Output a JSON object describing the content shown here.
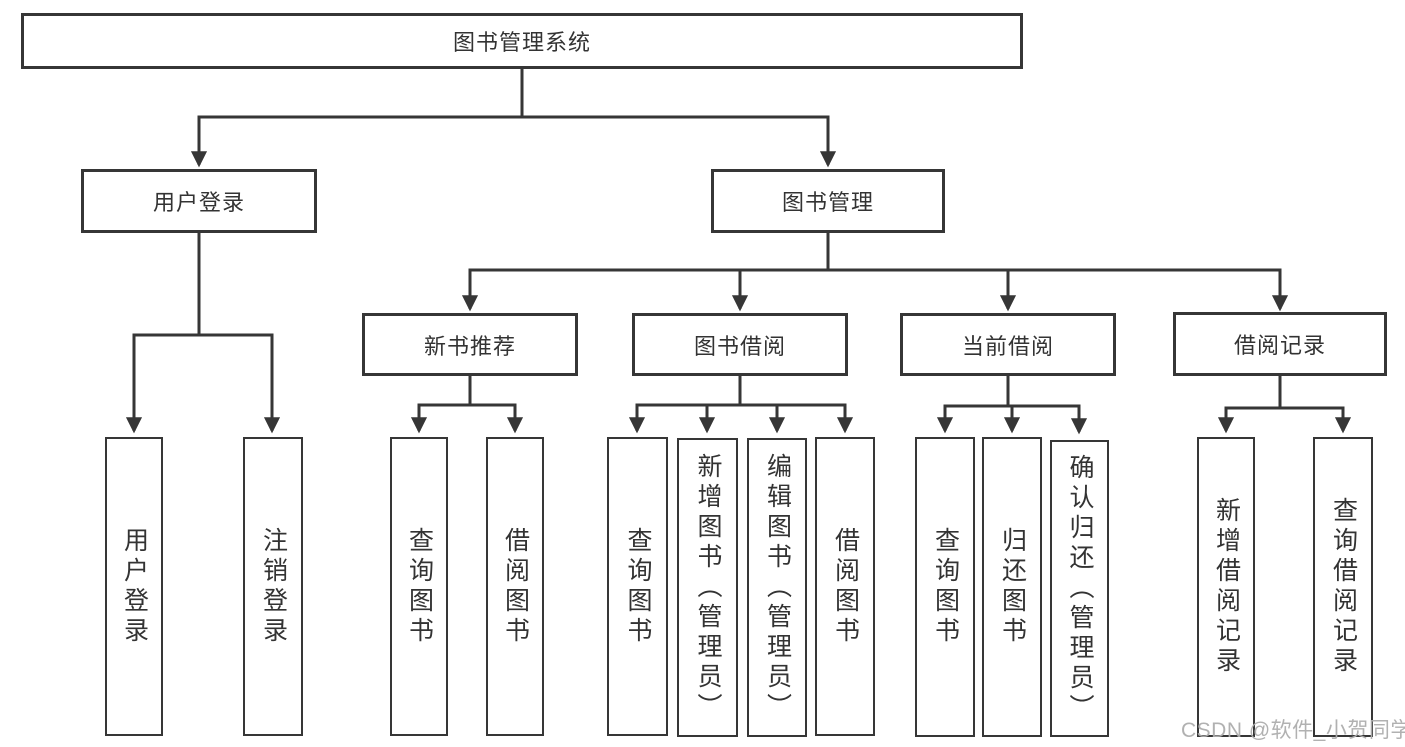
{
  "diagram": {
    "title": "图书管理系统",
    "type": "hierarchy-tree",
    "colors": {
      "line": "#363636",
      "box_border": "#363636",
      "text": "#333333",
      "background": "#ffffff",
      "watermark": "#adadad"
    },
    "tree": {
      "root": {
        "label": "图书管理系统"
      },
      "branches": [
        {
          "label": "用户登录",
          "children": [
            {
              "label": "用户登录"
            },
            {
              "label": "注销登录"
            }
          ]
        },
        {
          "label": "图书管理",
          "groups": [
            {
              "label": "新书推荐",
              "children": [
                {
                  "label": "查询图书"
                },
                {
                  "label": "借阅图书"
                }
              ]
            },
            {
              "label": "图书借阅",
              "children": [
                {
                  "label": "查询图书"
                },
                {
                  "label": "新增图书（管理员）"
                },
                {
                  "label": "编辑图书（管理员）"
                },
                {
                  "label": "借阅图书"
                }
              ]
            },
            {
              "label": "当前借阅",
              "children": [
                {
                  "label": "查询图书"
                },
                {
                  "label": "归还图书"
                },
                {
                  "label": "确认归还（管理员）"
                }
              ]
            },
            {
              "label": "借阅记录",
              "children": [
                {
                  "label": "新增借阅记录"
                },
                {
                  "label": "查询借阅记录"
                }
              ]
            }
          ]
        }
      ]
    },
    "watermark": "CSDN @软件_小贺同学"
  }
}
